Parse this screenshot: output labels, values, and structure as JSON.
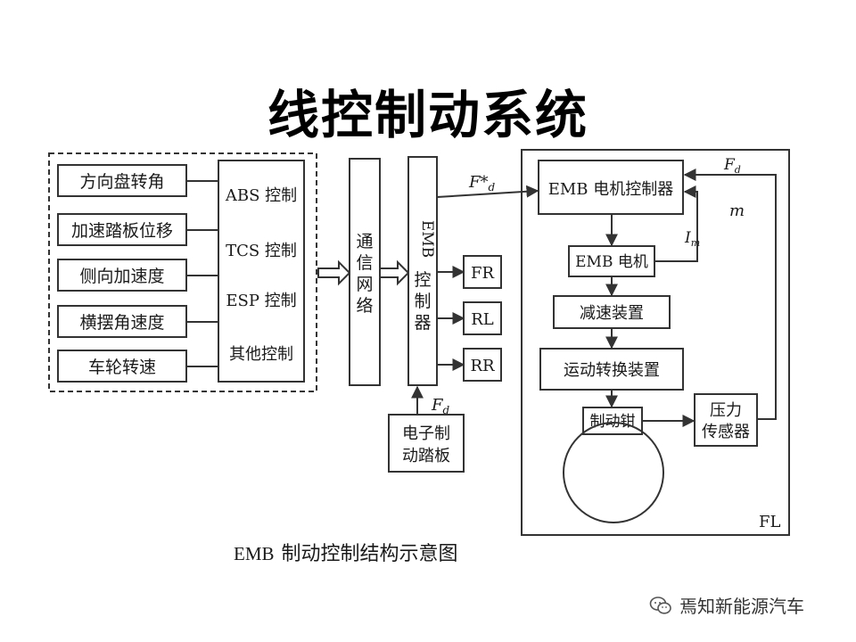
{
  "title": "线控制动系统",
  "inputs": [
    "方向盘转角",
    "加速踏板位移",
    "侧向加速度",
    "横摆角速度",
    "车轮转速"
  ],
  "controls": [
    "ABS 控制",
    "TCS 控制",
    "ESP 控制",
    "其他控制"
  ],
  "network": [
    "通",
    "信",
    "网",
    "络"
  ],
  "emb_controller": {
    "top": "EMB",
    "chars": [
      "控",
      "制",
      "器"
    ]
  },
  "wheels": [
    "FR",
    "RL",
    "RR"
  ],
  "pedal": [
    "电子制",
    "动踏板"
  ],
  "pedal_signal": {
    "main": "F",
    "sub": "d"
  },
  "command_signal": {
    "main": "F*",
    "sub": "d"
  },
  "fl_unit": {
    "motor_controller": "EMB 电机控制器",
    "motor": "EMB 电机",
    "reducer": "减速装置",
    "converter": "运动转换装置",
    "caliper": "制动钳",
    "sensor": [
      "压力",
      "传感器"
    ],
    "label": "FL",
    "force_feedback": {
      "main": "F",
      "sub": "d"
    },
    "m_label": "m",
    "current_feedback": {
      "main": "I",
      "sub": "m"
    }
  },
  "caption": {
    "latin": "EMB",
    "text": "制动控制结构示意图"
  },
  "watermark": "焉知新能源汽车"
}
